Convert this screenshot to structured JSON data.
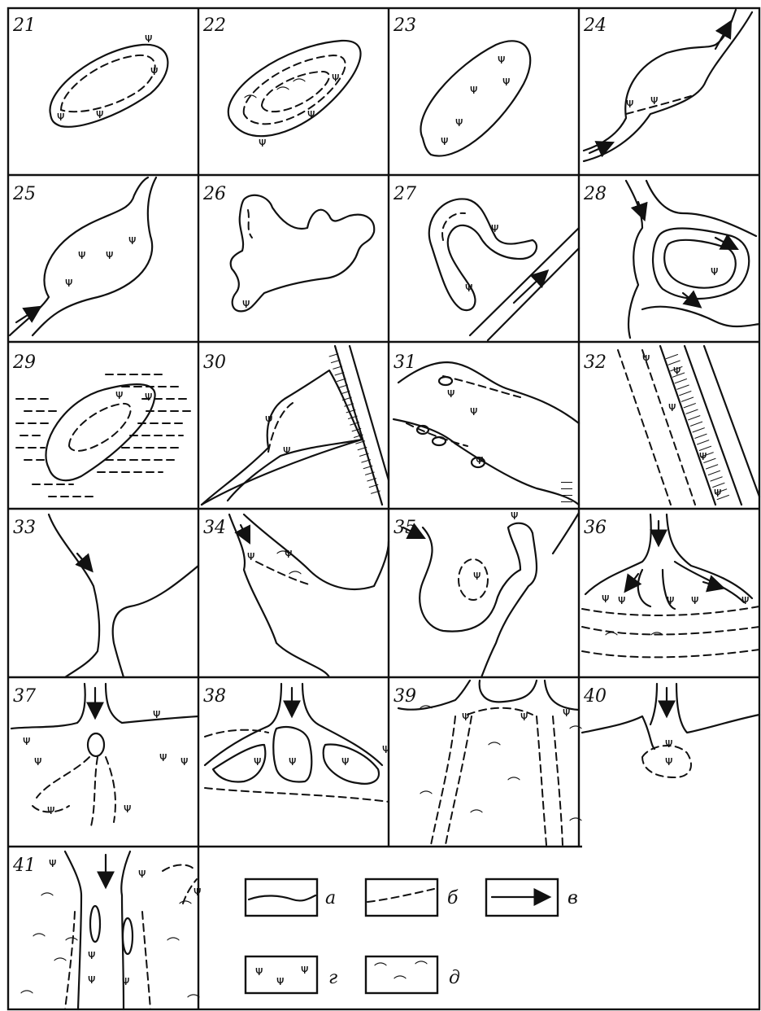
{
  "panels": [
    {
      "label": "21"
    },
    {
      "label": "22"
    },
    {
      "label": "23"
    },
    {
      "label": "24"
    },
    {
      "label": "25"
    },
    {
      "label": "26"
    },
    {
      "label": "27"
    },
    {
      "label": "28"
    },
    {
      "label": "29"
    },
    {
      "label": "30"
    },
    {
      "label": "31"
    },
    {
      "label": "32"
    },
    {
      "label": "33"
    },
    {
      "label": "34"
    },
    {
      "label": "35"
    },
    {
      "label": "36"
    },
    {
      "label": "37"
    },
    {
      "label": "38"
    },
    {
      "label": "39"
    },
    {
      "label": "40"
    },
    {
      "label": "41"
    }
  ],
  "legend": {
    "a": "а",
    "b": "б",
    "v": "в",
    "g": "г",
    "d": "д"
  },
  "glyphs": {
    "grass": "ᴪ",
    "swamp": "⌒"
  }
}
